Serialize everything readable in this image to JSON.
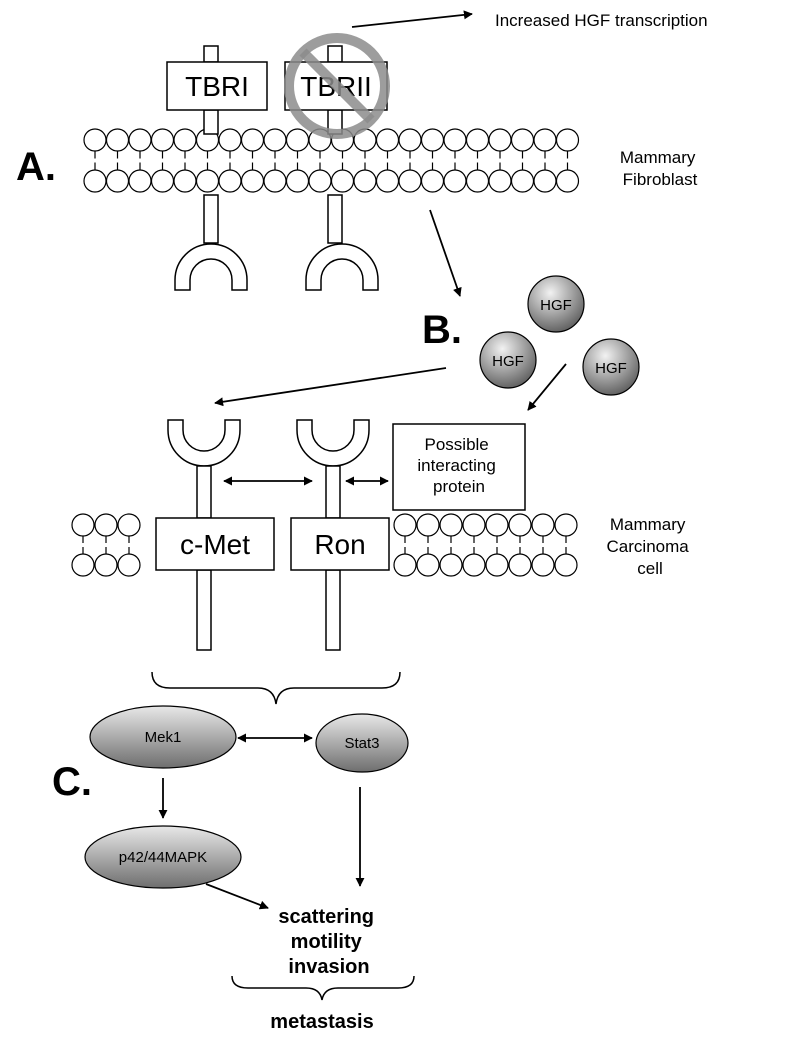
{
  "annotation_top": "Increased HGF transcription",
  "section_labels": {
    "a": "A.",
    "b": "B.",
    "c": "C."
  },
  "fibroblast": {
    "receptors": [
      "TBRI",
      "TBRII"
    ],
    "cell_label": [
      "Mammary",
      "Fibroblast"
    ],
    "blocked_receptor": "TBRII"
  },
  "ligand": {
    "label": "HGF",
    "count": 3
  },
  "carcinoma": {
    "receptors": [
      "c-Met",
      "Ron"
    ],
    "partner_box": [
      "Possible",
      "interacting",
      "protein"
    ],
    "cell_label": [
      "Mammary",
      "Carcinoma",
      "cell"
    ]
  },
  "signaling": {
    "nodes": [
      "Mek1",
      "Stat3",
      "p42/44MAPK"
    ],
    "outcomes": [
      "scattering",
      "motility",
      "invasion"
    ],
    "result": "metastasis"
  },
  "colors": {
    "line": "#000000",
    "node_fill_light": "#d9d9d9",
    "node_fill_dark": "#6e6e6e",
    "prohibition": "#8c8c8c"
  }
}
